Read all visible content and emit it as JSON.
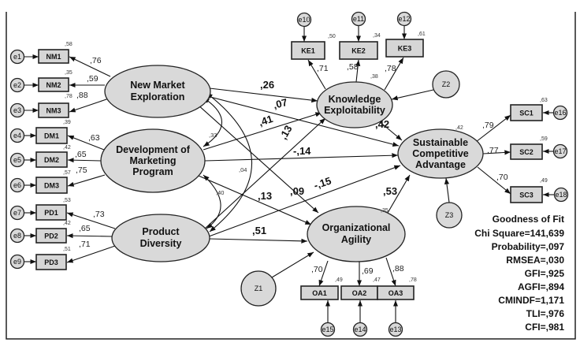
{
  "latents": {
    "nme": [
      "New Market",
      "Exploration"
    ],
    "dmp": [
      "Development of",
      "Marketing",
      "Program"
    ],
    "pd": [
      "Product",
      "Diversity"
    ],
    "ke": [
      "Knowledge",
      "Exploitability"
    ],
    "sca": [
      "Sustainable",
      "Competitive",
      "Advantage"
    ],
    "oa": [
      "Organizational",
      "Agility"
    ]
  },
  "indicators": {
    "NM1": {
      "label": "NM1",
      "error": "e1",
      "loading": ",76",
      "r2": ",58"
    },
    "NM2": {
      "label": "NM2",
      "error": "e2",
      "loading": ",59",
      "r2": ",35"
    },
    "NM3": {
      "label": "NM3",
      "error": "e3",
      "loading": ",88",
      "r2": ",78"
    },
    "DM1": {
      "label": "DM1",
      "error": "e4",
      "loading": ",63",
      "r2": ",39"
    },
    "DM2": {
      "label": "DM2",
      "error": "e5",
      "loading": ",65",
      "r2": ",42"
    },
    "DM3": {
      "label": "DM3",
      "error": "e6",
      "loading": ",75",
      "r2": ",57"
    },
    "PD1": {
      "label": "PD1",
      "error": "e7",
      "loading": ",73",
      "r2": ",53"
    },
    "PD2": {
      "label": "PD2",
      "error": "e8",
      "loading": ",65",
      "r2": ",42"
    },
    "PD3": {
      "label": "PD3",
      "error": "e9",
      "loading": ",71",
      "r2": ",51"
    },
    "KE1": {
      "label": "KE1",
      "error": "e10",
      "loading": ",71",
      "r2": ",50"
    },
    "KE2": {
      "label": "KE2",
      "error": "e11",
      "loading": ",58",
      "r2": ",34"
    },
    "KE3": {
      "label": "KE3",
      "error": "e12",
      "loading": ",78",
      "r2": ",61"
    },
    "SC1": {
      "label": "SC1",
      "error": "e16",
      "loading": ",79",
      "r2": ",63"
    },
    "SC2": {
      "label": "SC2",
      "error": "e17",
      "loading": ",77",
      "r2": ",59"
    },
    "SC3": {
      "label": "SC3",
      "error": "e18",
      "loading": ",70",
      "r2": ",49"
    },
    "OA1": {
      "label": "OA1",
      "error": "e15",
      "loading": ",70",
      "r2": ",49"
    },
    "OA2": {
      "label": "OA2",
      "error": "e14",
      "loading": ",69",
      "r2": ",47"
    },
    "OA3": {
      "label": "OA3",
      "error": "e13",
      "loading": ",88",
      "r2": ",78"
    }
  },
  "disturbances": {
    "z1": "Z1",
    "z2": "Z2",
    "z3": "Z3"
  },
  "latent_r2": {
    "ke": ",38",
    "sca": ",42",
    "oa": ",35"
  },
  "paths": {
    "nme_ke": ",26",
    "nme_sca": ",07",
    "nme_oa": ",09",
    "dmp_ke": ",41",
    "dmp_sca": "-,14",
    "dmp_oa": ",13",
    "pd_ke": ",13",
    "pd_sca": "-,15",
    "pd_oa": ",51",
    "ke_sca": ",42",
    "oa_sca": ",53"
  },
  "covariances": {
    "nme_dmp": ",33",
    "dmp_pd": ",40",
    "nme_pd": ",04"
  },
  "fit": {
    "title": "Goodness of Fit",
    "lines": [
      "Chi Square=141,639",
      "Probability=,097",
      "RMSEA=,030",
      "GFI=,925",
      "AGFI=,894",
      "CMINDF=1,171",
      "TLI=,976",
      "CFI=,981"
    ]
  }
}
